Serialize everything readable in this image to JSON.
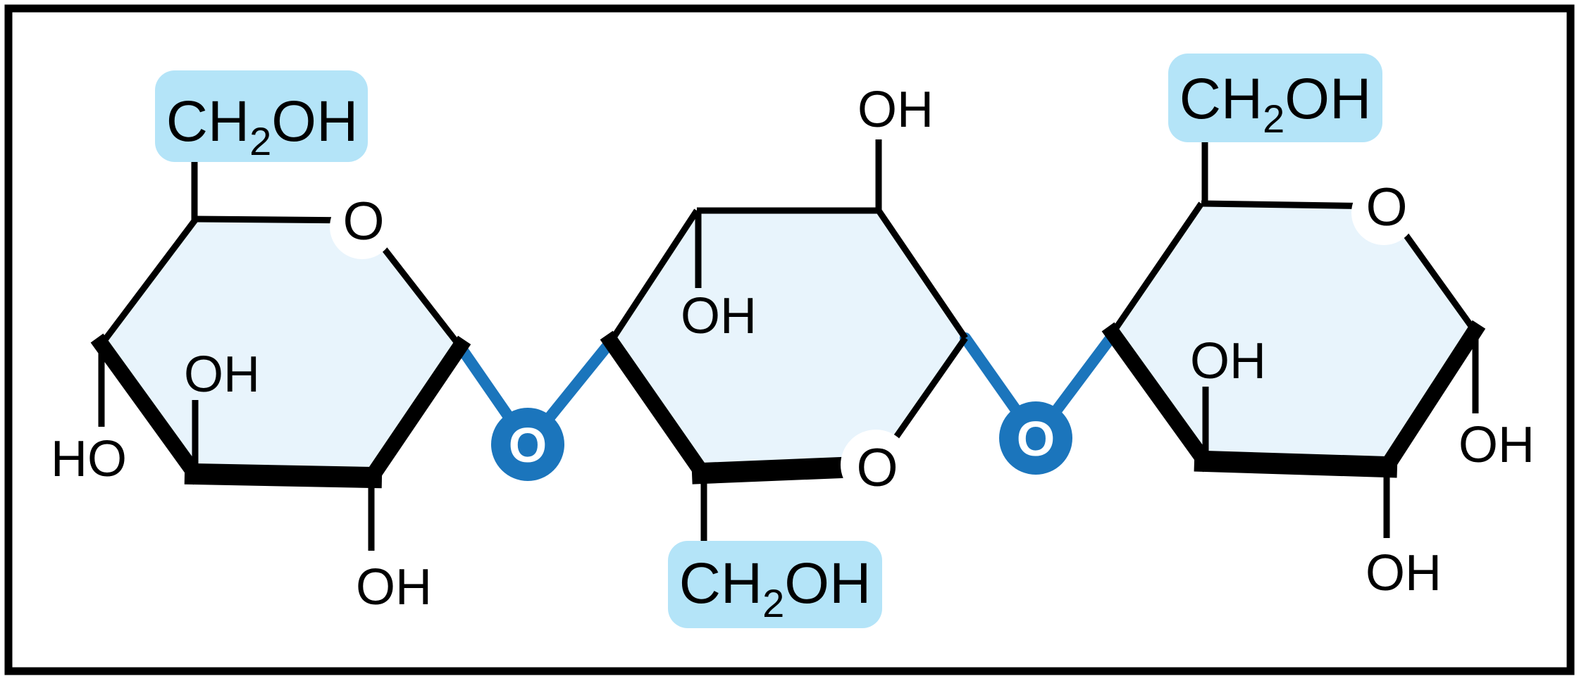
{
  "figure": {
    "colors": {
      "background": "#ffffff",
      "frame_border": "#000000",
      "ring_fill": "#e8f4fc",
      "label_box_fill": "#b4e4f8",
      "glycosidic_blue": "#1b75bc",
      "bond_black": "#000000"
    },
    "rings": {
      "left": {
        "ch2oh": {
          "main": "CH",
          "sub": "2",
          "tail": "OH"
        },
        "ring_oxygen": "O",
        "ho_label": "HO",
        "inner_oh": "OH",
        "bottom_oh": "OH"
      },
      "middle": {
        "top_oh": "OH",
        "inner_oh": "OH",
        "ring_oxygen": "O",
        "ch2oh": {
          "main": "CH",
          "sub": "2",
          "tail": "OH"
        }
      },
      "right": {
        "ch2oh": {
          "main": "CH",
          "sub": "2",
          "tail": "OH"
        },
        "ring_oxygen": "O",
        "inner_oh": "OH",
        "right_oh": "OH",
        "bottom_oh": "OH"
      }
    },
    "linkages": {
      "first": {
        "oxygen": "O"
      },
      "second": {
        "oxygen": "O"
      }
    }
  }
}
